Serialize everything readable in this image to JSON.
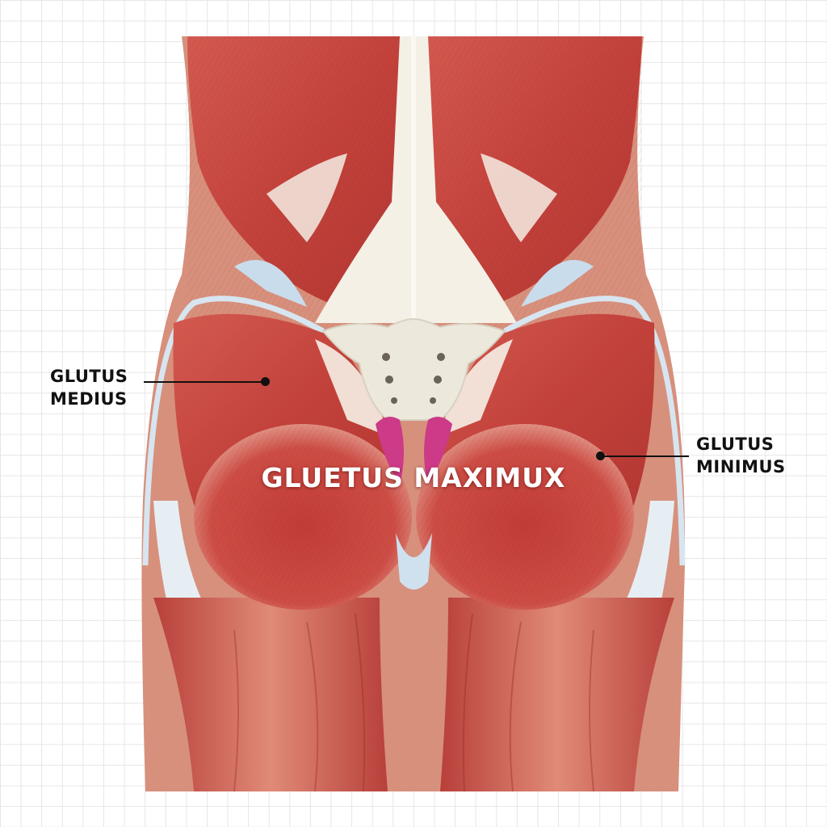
{
  "labels": {
    "left": [
      "GLUTUS",
      "MEDIUS"
    ],
    "right": [
      "GLUTUS",
      "MINIMUS"
    ],
    "center": "GLUETUS MAXIMUX"
  },
  "colors": {
    "muscle": "#c9463f",
    "muscle_dark": "#a82f2c",
    "tendon": "#f3efe6",
    "fascia": "#cfe0ee",
    "bone": "#ece8dc",
    "coccyx": "#d13a8a",
    "leader": "#111111"
  }
}
